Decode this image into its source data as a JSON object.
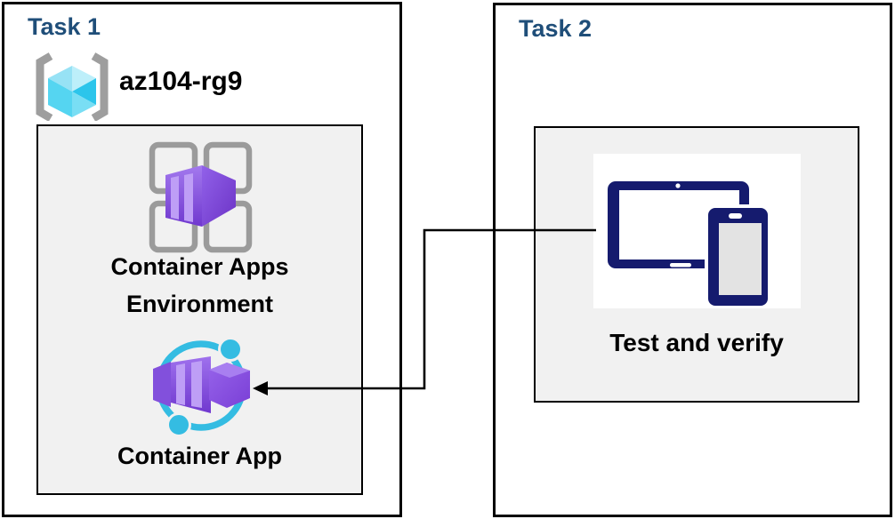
{
  "task1": {
    "title": "Task 1",
    "resource_group_name": "az104-rg9",
    "environment": {
      "label_line1": "Container Apps",
      "label_line2": "Environment"
    },
    "app": {
      "label": "Container App"
    }
  },
  "task2": {
    "title": "Task 2",
    "verify": {
      "label": "Test and verify"
    }
  },
  "connector": {
    "from": "task2-devices",
    "to": "task1-container-app",
    "style": "elbow-arrow"
  },
  "icons": {
    "resource_group": "azure-resource-group-icon",
    "environment": "container-apps-environment-icon",
    "app": "container-app-icon",
    "devices": "tablet-phone-icon"
  },
  "colors": {
    "title_blue": "#1F4E79",
    "panel_gray": "#F1F1F1",
    "border_black": "#000000",
    "bracket_gray": "#9E9E9E",
    "grid_gray": "#9B9B9B",
    "cube_cyan_light": "#BDEFFA",
    "cube_cyan_mid": "#55D5F1",
    "cube_cyan_dark": "#2CC5EB",
    "container_purple_light": "#A379EE",
    "container_purple_dark": "#7038CF",
    "container_stripe": "#BE9EF6",
    "orbit_cyan": "#34BCE2",
    "device_navy": "#151B6E",
    "device_screen_gray": "#E3E3E3",
    "connector_black": "#000000"
  }
}
